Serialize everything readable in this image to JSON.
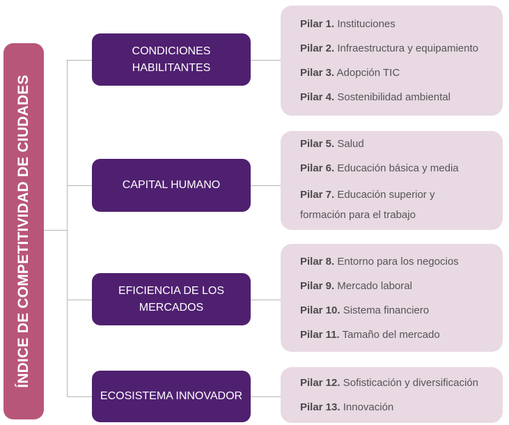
{
  "title": "ÍNDICE DE COMPETITIVIDAD DE CIUDADES",
  "colors": {
    "main": "#b8567a",
    "category": "#4f2070",
    "panel": "#e8d9e3"
  },
  "groups": [
    {
      "name": "CONDICIONES HABILITANTES",
      "pillars": [
        {
          "label": "Pilar 1.",
          "text": "Instituciones"
        },
        {
          "label": "Pilar 2.",
          "text": "Infraestructura y equipamiento"
        },
        {
          "label": "Pilar 3.",
          "text": "Adopción TIC"
        },
        {
          "label": "Pilar 4.",
          "text": "Sostenibilidad ambiental"
        }
      ]
    },
    {
      "name": "CAPITAL HUMANO",
      "pillars": [
        {
          "label": "Pilar 5.",
          "text": "Salud"
        },
        {
          "label": "Pilar 6.",
          "text": "Educación básica y media"
        },
        {
          "label": "Pilar 7.",
          "text": "Educación superior y formación para el trabajo"
        }
      ]
    },
    {
      "name": "EFICIENCIA DE LOS MERCADOS",
      "pillars": [
        {
          "label": "Pilar 8.",
          "text": "Entorno para los negocios"
        },
        {
          "label": "Pilar 9.",
          "text": "Mercado laboral"
        },
        {
          "label": "Pilar 10.",
          "text": "Sistema financiero"
        },
        {
          "label": "Pilar 11.",
          "text": "Tamaño del mercado"
        }
      ]
    },
    {
      "name": "ECOSISTEMA INNOVADOR",
      "pillars": [
        {
          "label": "Pilar 12.",
          "text": "Sofisticación y diversificación"
        },
        {
          "label": "Pilar 13.",
          "text": "Innovación"
        }
      ]
    }
  ]
}
